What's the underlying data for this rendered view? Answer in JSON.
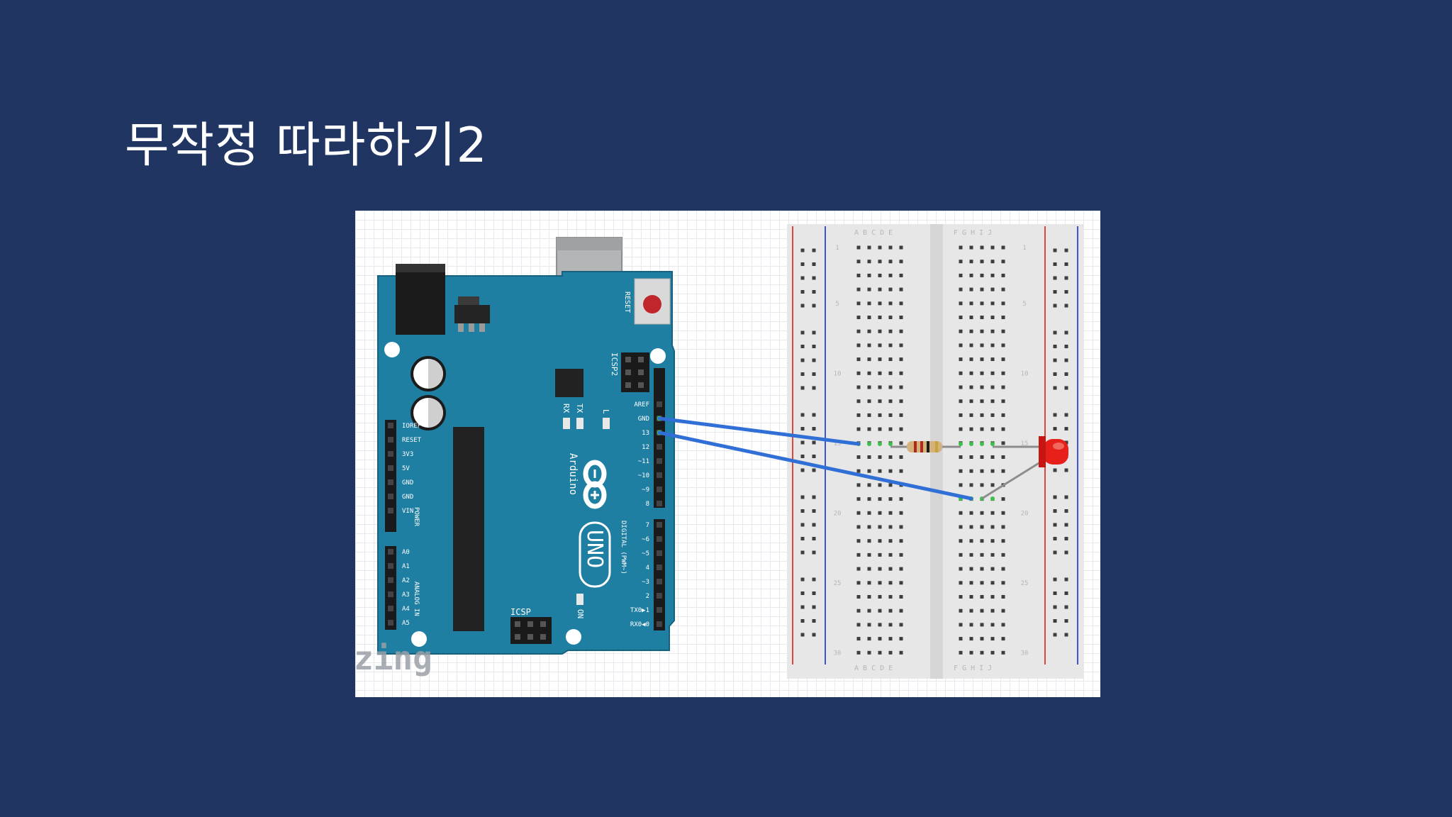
{
  "slide": {
    "title": "무작정 따라하기2"
  },
  "board": {
    "reset_label": "RESET",
    "icsp2_label": "ICSP2",
    "icsp_label": "ICSP",
    "leds": {
      "rx": "RX",
      "tx": "TX",
      "l": "L",
      "on": "ON"
    },
    "brand": "Arduino",
    "model": "UNO",
    "power_header_label": "POWER",
    "analog_header_label": "ANALOG IN",
    "digital_header_label": "DIGITAL (PWM~)",
    "power_pins": [
      "IOREF",
      "RESET",
      "3V3",
      "5V",
      "GND",
      "GND",
      "VIN"
    ],
    "analog_pins": [
      "A0",
      "A1",
      "A2",
      "A3",
      "A4",
      "A5"
    ],
    "digital_pins_top": [
      "AREF",
      "GND",
      "13",
      "12",
      "~11",
      "~10",
      "~9",
      "8"
    ],
    "digital_pins_bottom": [
      "7",
      "~6",
      "~5",
      "4",
      "~3",
      "2",
      "TX0▶1",
      "RX0◀0"
    ]
  },
  "breadboard": {
    "columns_left": "A B C D E",
    "columns_right": "F G H I J",
    "row_numbers": [
      "1",
      "5",
      "10",
      "15",
      "20",
      "25",
      "30"
    ]
  },
  "watermark": "zing",
  "colors": {
    "background": "#213563",
    "board": "#1f7fa3",
    "wire": "#2f6fd6",
    "led": "#e8201c"
  }
}
